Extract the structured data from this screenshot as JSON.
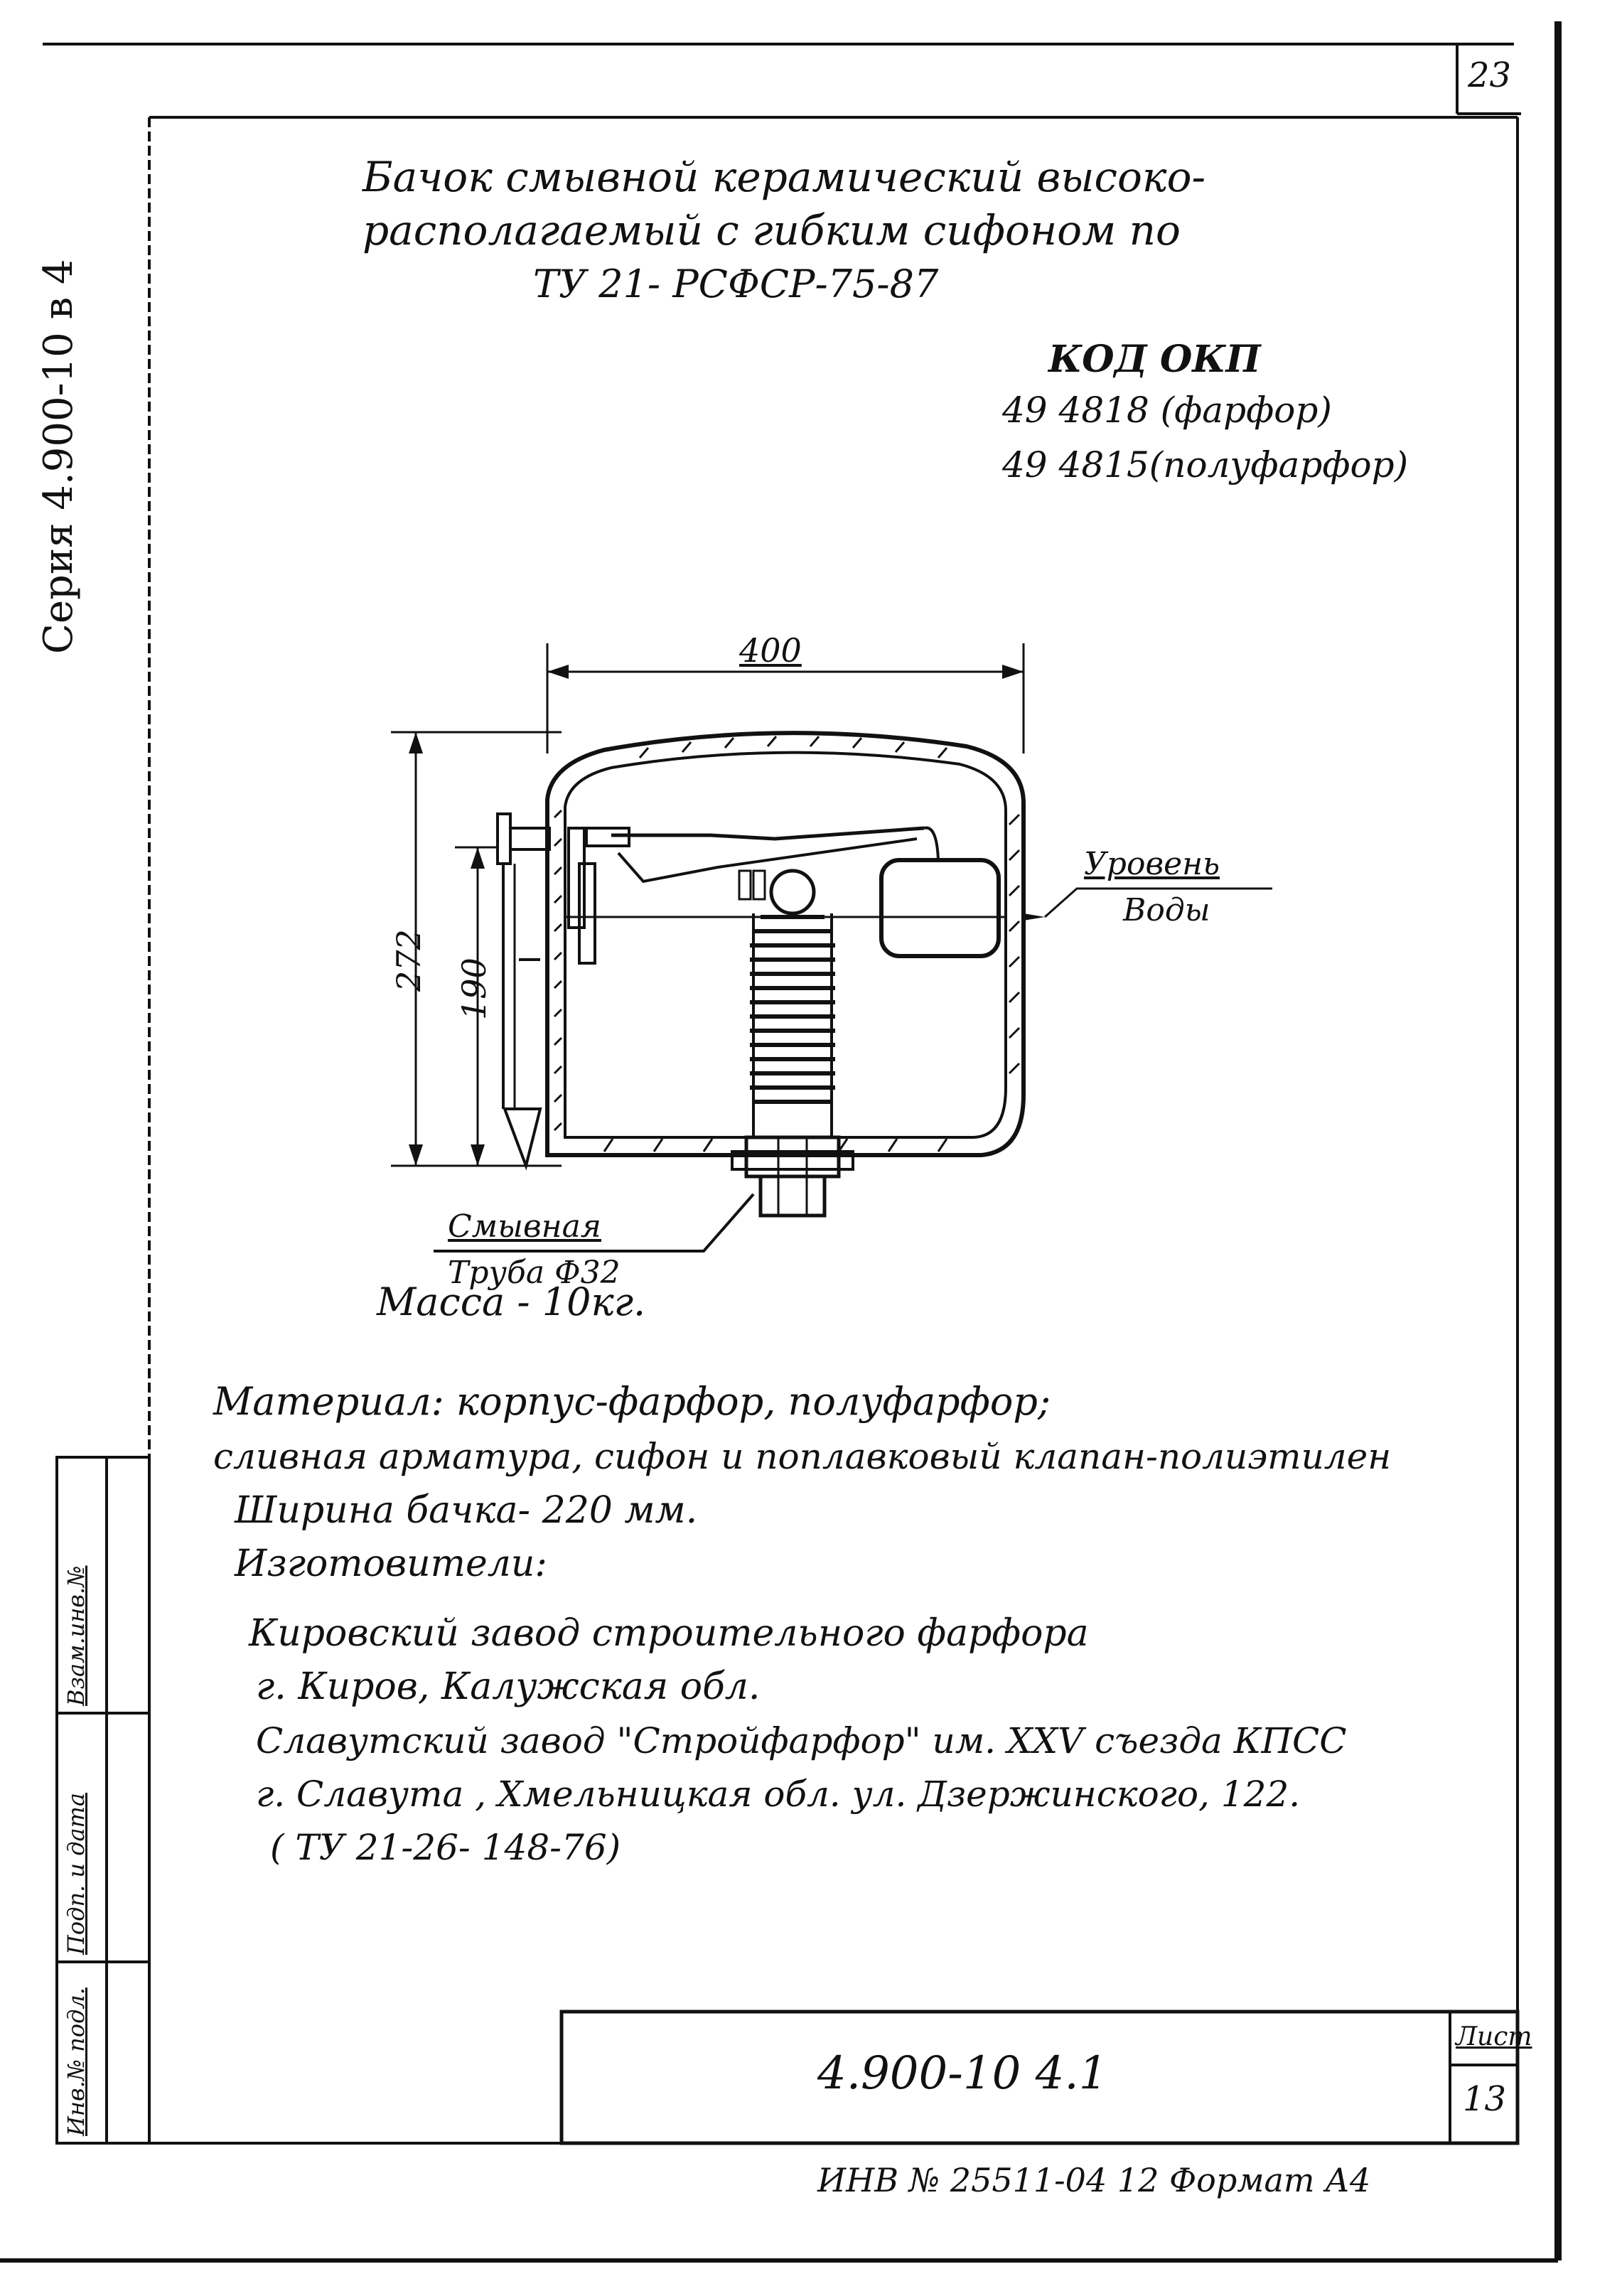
{
  "page_number": "23",
  "series_side_label": "Серия 4.900-10 в 4",
  "title": {
    "line1": "Бачок смывной керамический высоко-",
    "line2": "располагаемый с гибким сифоном по",
    "line3": "ТУ 21- РСФСР-75-87"
  },
  "okp": {
    "heading": "КОД ОКП",
    "code1": "49 4818 (фарфор)",
    "code2": "49 4815(полуфарфор)"
  },
  "drawing": {
    "dim_width": "400",
    "dim_height_total": "272",
    "dim_height_water": "190",
    "water_level_label_1": "Уровень",
    "water_level_label_2": "Воды",
    "flush_pipe_label_1": "Смывная",
    "flush_pipe_label_2": "Труба Ф32"
  },
  "mass": "Масса - 10кг.",
  "specs": {
    "material_line1": "Материал: корпус-фарфор, полуфарфор;",
    "material_line2": "сливная арматура, сифон и поплавковый клапан-полиэтилен",
    "width": "Ширина бачка- 220 мм.",
    "manufacturers_heading": "Изготовители:",
    "maker1_line1": "Кировский завод строительного фарфора",
    "maker1_line2": "г. Киров, Калужская обл.",
    "maker2_line1": "Славутский завод \"Стройфарфор\" им. XXV съезда КПСС",
    "maker2_line2": "г. Славута , Хмельницкая обл. ул. Дзержинского, 122.",
    "maker2_line3": "( ТУ 21-26- 148-76)"
  },
  "side_stamp": {
    "col1": "Инв.№ подл.",
    "col2": "Подп. и дата",
    "col3": "Взам.инв.№"
  },
  "title_block": {
    "doc_code": "4.900-10 4.1",
    "sheet_label": "Лист",
    "sheet_number": "13"
  },
  "footer": "ИНВ № 25511-04   12 Формат А4"
}
